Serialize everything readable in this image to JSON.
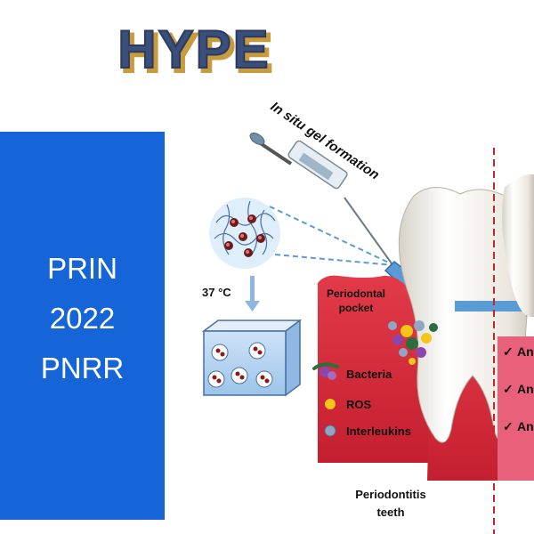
{
  "header": {
    "title": "HYPE"
  },
  "side_panel": {
    "lines": [
      "PRIN",
      "2022",
      "PNRR"
    ]
  },
  "figure": {
    "syringe_label": "In situ gel formation",
    "temperature_label": "37 °C",
    "pocket_label_line1": "Periodontal",
    "pocket_label_line2": "pocket",
    "legend": [
      {
        "label": "Bacteria",
        "icon": "bacteria-icon",
        "color": "#8e44ad"
      },
      {
        "label": "ROS",
        "icon": "ros-dot-icon",
        "color": "#f5c518"
      },
      {
        "label": "Interleukins",
        "icon": "interleukin-dot-icon",
        "color": "#8fa6c4"
      }
    ],
    "caption_line1": "Periodontitis",
    "caption_line2": "teeth",
    "checklist": [
      "An",
      "An",
      "An"
    ],
    "colors": {
      "gum": "#e0303f",
      "blue_accent": "#5b9bd5",
      "divider": "#c0282d"
    }
  }
}
